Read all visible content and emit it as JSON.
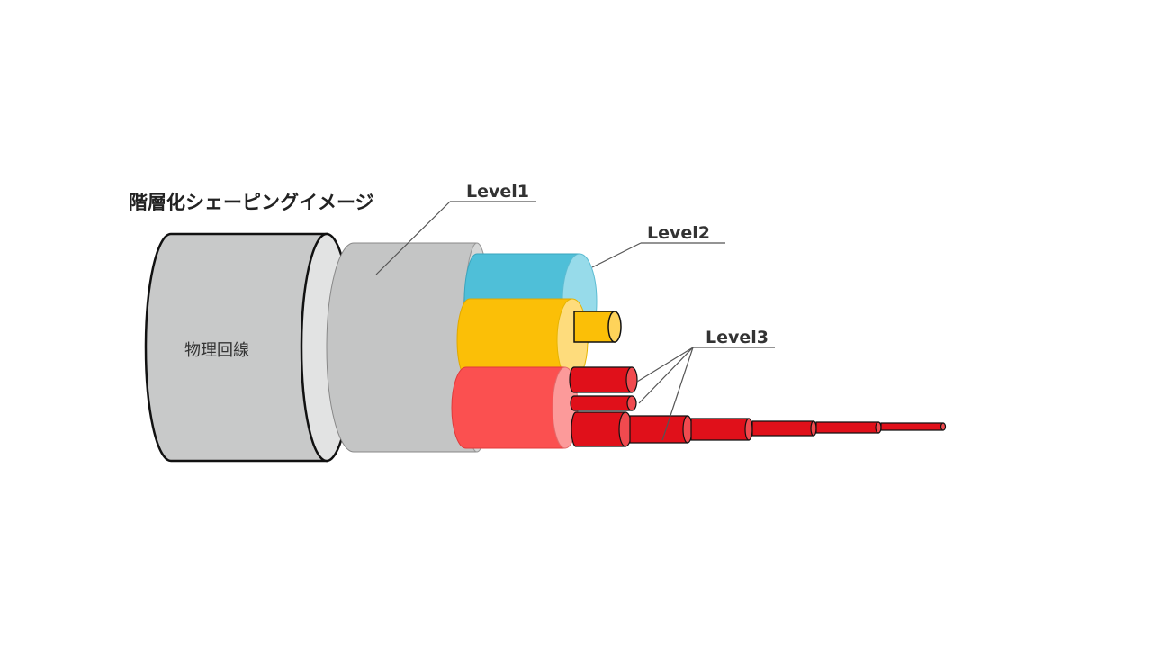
{
  "diagram": {
    "title": "階層化シェーピングイメージ",
    "physical_line_label": "物理回線",
    "labels": {
      "level1": "Level1",
      "level2": "Level2",
      "level3": "Level3"
    },
    "colors": {
      "outer_jacket": "#c8c9c9",
      "outer_jacket_end": "#e2e3e3",
      "level1_core": "#c4c5c5",
      "level2_blue": "#4fbfd8",
      "level2_blue_end": "#97dbea",
      "level2_yellow": "#fbbf07",
      "level2_yellow_end": "#fedc7c",
      "level2_red": "#fb5050",
      "level2_red_end": "#fc9a9a",
      "level3_red": "#e0101a",
      "level3_red_end": "#f04a4f",
      "outline": "#111111"
    }
  }
}
